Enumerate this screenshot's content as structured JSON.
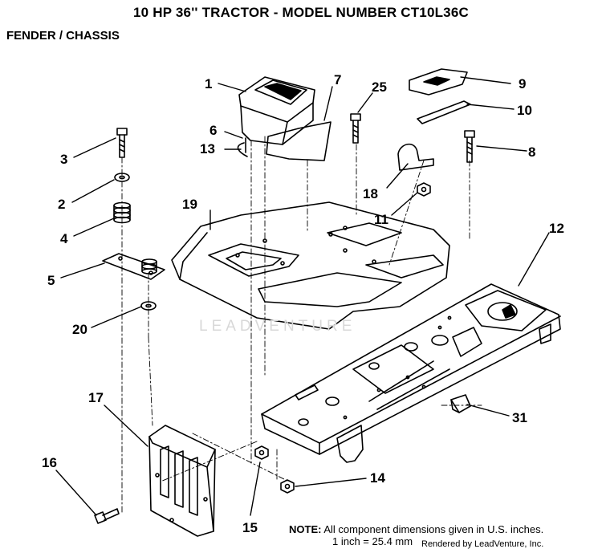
{
  "title": "10 HP 36'' TRACTOR  - MODEL NUMBER CT10L36C",
  "subtitle": "FENDER / CHASSIS",
  "watermark": "LEADVENTURE",
  "note": {
    "label": "NOTE:",
    "line1": "All component dimensions given in U.S. inches.",
    "line2": "1 inch = 25.4 mm"
  },
  "rendered_by": "Rendered by LeadVenture, Inc.",
  "callouts": [
    {
      "id": "1",
      "label": "1"
    },
    {
      "id": "2",
      "label": "2"
    },
    {
      "id": "3",
      "label": "3"
    },
    {
      "id": "4",
      "label": "4"
    },
    {
      "id": "5",
      "label": "5"
    },
    {
      "id": "6",
      "label": "6"
    },
    {
      "id": "7",
      "label": "7"
    },
    {
      "id": "8",
      "label": "8"
    },
    {
      "id": "9",
      "label": "9"
    },
    {
      "id": "10",
      "label": "10"
    },
    {
      "id": "11",
      "label": "11"
    },
    {
      "id": "12",
      "label": "12"
    },
    {
      "id": "13",
      "label": "13"
    },
    {
      "id": "14",
      "label": "14"
    },
    {
      "id": "15",
      "label": "15"
    },
    {
      "id": "16",
      "label": "16"
    },
    {
      "id": "17",
      "label": "17"
    },
    {
      "id": "18",
      "label": "18"
    },
    {
      "id": "19",
      "label": "19"
    },
    {
      "id": "20",
      "label": "20"
    },
    {
      "id": "25",
      "label": "25"
    },
    {
      "id": "31",
      "label": "31"
    }
  ]
}
